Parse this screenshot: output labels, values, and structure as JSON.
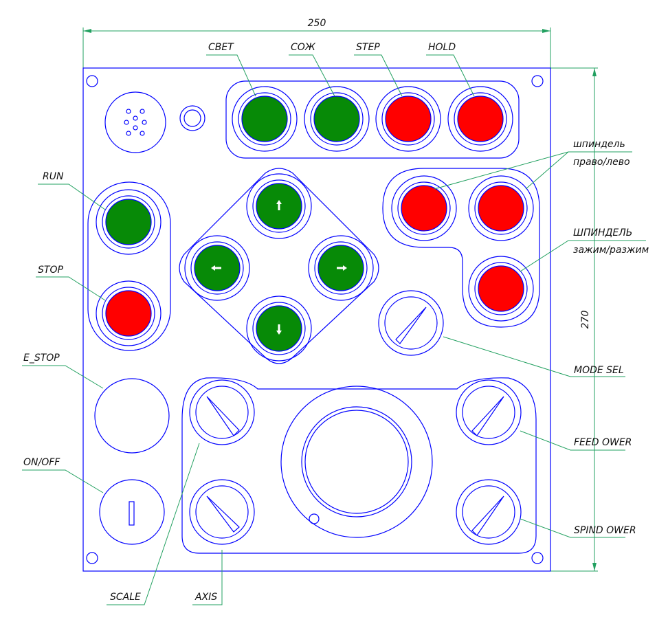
{
  "dimensions": {
    "width": "250",
    "height": "270"
  },
  "labels": {
    "svet": "СВЕТ",
    "sozh": "СОЖ",
    "step": "STEP",
    "hold": "HOLD",
    "run": "RUN",
    "stop": "STOP",
    "e_stop": "E_STOP",
    "on_off": "ON/OFF",
    "spindle_dir_1": "шпиндель",
    "spindle_dir_2": "право/лево",
    "spindle_clamp_1": "ШПИНДЕЛЬ",
    "spindle_clamp_2": "зажим/разжим",
    "mode_sel": "MODE SEL",
    "feed_ower": "FEED OWER",
    "spind_ower": "SPIND OWER",
    "scale": "SCALE",
    "axis": "AXIS"
  },
  "colors": {
    "outline": "#0000ff",
    "leader": "#22a060",
    "green_button": "#078a07",
    "red_button": "#ff0000"
  }
}
